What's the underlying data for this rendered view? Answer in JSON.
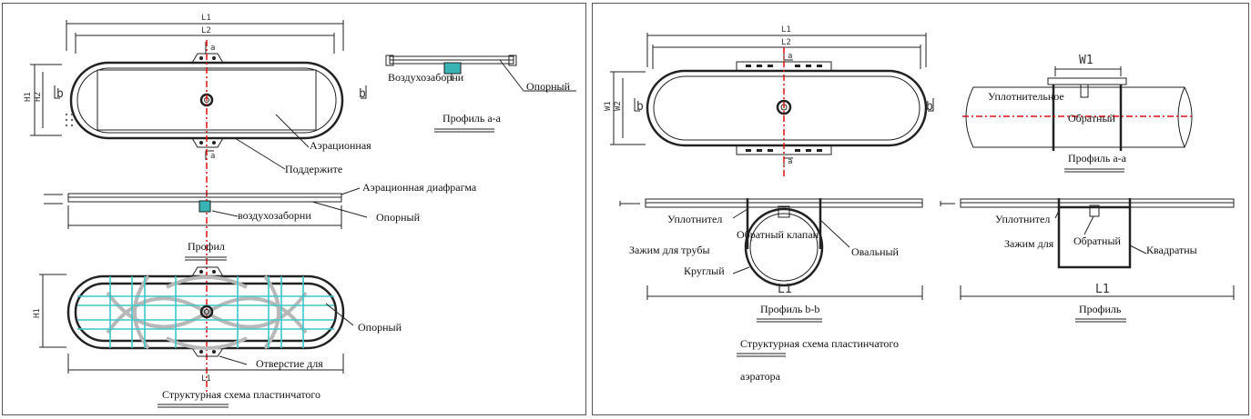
{
  "left": {
    "dims": {
      "L1": "L1",
      "L2": "L2",
      "a": "a",
      "b": "b",
      "H1": "H1",
      "H2": "H2"
    },
    "labels": {
      "vozdukhozaborni_top": "Воздухозаборни",
      "opornyi_top": "Опорный",
      "profile_aa": "Профиль a-a",
      "aeratsionnaya": "Аэрационная",
      "podderzhite": "Поддержите",
      "diaphragm": "Аэрационная диафрагма",
      "vozdukhozaborni_mid": "воздухозаборни",
      "opornyi_mid": "Опорный",
      "profil": "Профил",
      "opornyi_bottom": "Опорный",
      "otverstie": "Отверстие    для",
      "caption": "Структурная   схема   пластинчатого"
    }
  },
  "right": {
    "dims": {
      "L1": "L1",
      "L2": "L2",
      "a": "a",
      "b": "b",
      "W1": "W1",
      "W2": "W2"
    },
    "labels": {
      "uplotnitelnoe": "Уплотнительное",
      "obratnyi_top": "Обратный",
      "profile_aa": "Профиль a-a",
      "uplotnitel_left": "Уплотнител",
      "zazhim_trub": "Зажим для трубы",
      "obratnyi_klapan": "Обратный клапан",
      "krugly": "Круглый",
      "ovalny": "Овальный",
      "uplotnitel_right": "Уплотнител",
      "zazhim_dlya": "Зажим    для",
      "obratnyi_right": "Обратный",
      "kvadratny": "Квадратны",
      "profile_bb": "Профиль b-b",
      "profil": "Профиль",
      "caption_line1": "Структурная    схема    пластинчатого",
      "caption_line2": "аэратора"
    }
  }
}
